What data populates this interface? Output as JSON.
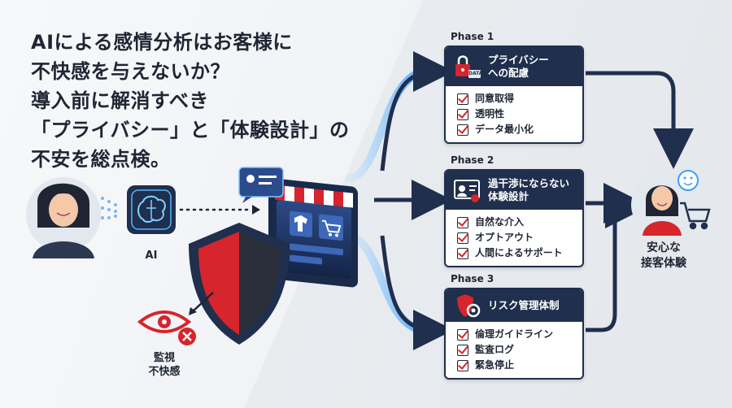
{
  "headline": {
    "lines": [
      "AIによる感情分析はお客様に",
      "不快感を与えないか？",
      "導入前に解消すべき",
      "「プライバシー」と「体験設計」の",
      "不安を総点検。"
    ]
  },
  "ai_label": "AI",
  "surveillance_label": [
    "監視",
    "不快感"
  ],
  "data_tag": "DATA",
  "phases": [
    {
      "label": "Phase 1",
      "title": [
        "プライバシー",
        "への配慮"
      ],
      "items": [
        "同意取得",
        "透明性",
        "データ最小化"
      ]
    },
    {
      "label": "Phase 2",
      "title": [
        "過干渉にならない",
        "体験設計"
      ],
      "items": [
        "自然な介入",
        "オプトアウト",
        "人間によるサポート"
      ]
    },
    {
      "label": "Phase 3",
      "title": [
        "リスク管理体制"
      ],
      "items": [
        "倫理ガイドライン",
        "監査ログ",
        "緊急停止"
      ]
    }
  ],
  "outcome_label": [
    "安心な",
    "接客体験"
  ],
  "colors": {
    "navy": "#1f2f4d",
    "accent_red": "#d6252c",
    "glow_blue": "#3aa0ff",
    "text": "#1f2533"
  }
}
